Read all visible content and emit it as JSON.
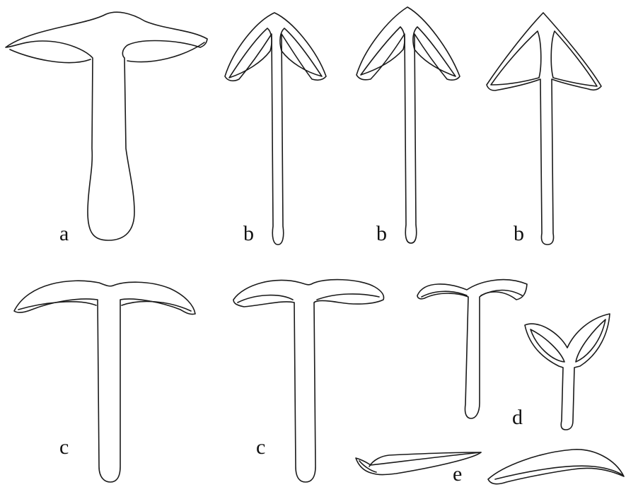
{
  "labels": {
    "a": "a",
    "b1": "b",
    "b2": "b",
    "b3": "b",
    "c1": "c",
    "c2": "c",
    "d": "d",
    "e": "e"
  }
}
